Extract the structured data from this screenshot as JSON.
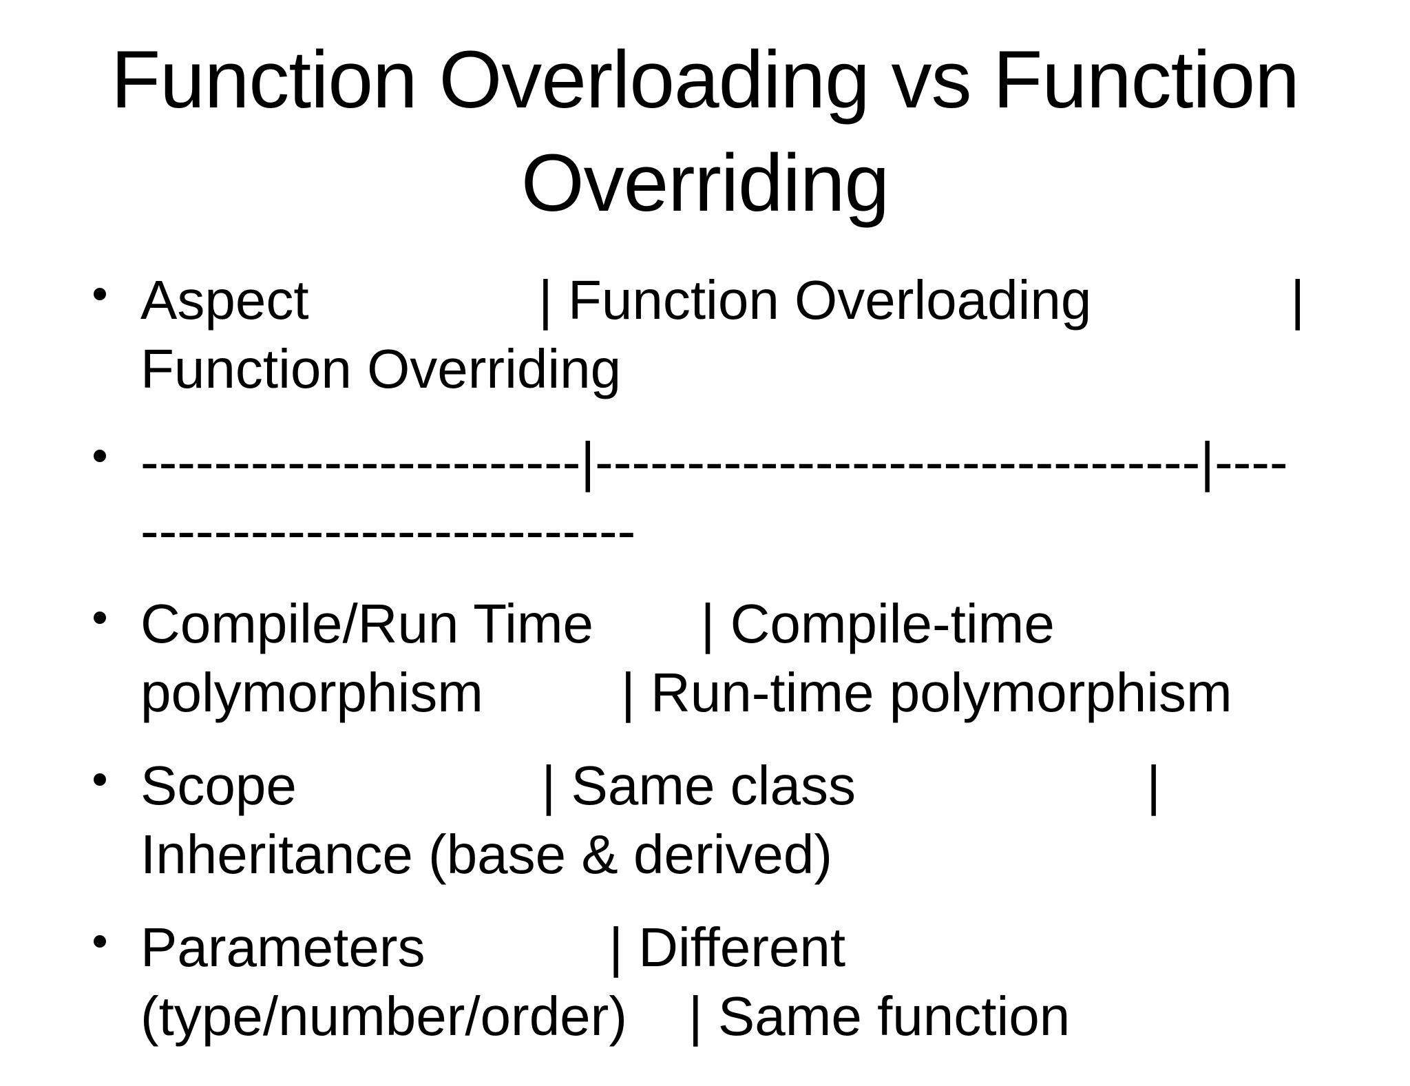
{
  "slide": {
    "title": "Function Overloading vs Function Overriding",
    "bullets": [
      {
        "lines": [
          "Aspect               | Function Overloading             |",
          "Function Overriding"
        ]
      },
      {
        "lines": [
          "------------------------|---------------------------------|----",
          "---------------------------"
        ]
      },
      {
        "lines": [
          "Compile/Run Time       | Compile-time",
          "polymorphism         | Run-time polymorphism"
        ]
      },
      {
        "lines": [
          "Scope                | Same class                   |",
          "Inheritance (base & derived)"
        ]
      },
      {
        "lines": [
          "Parameters            | Different",
          "(type/number/order)    | Same function"
        ]
      }
    ],
    "colors": {
      "background": "#ffffff",
      "text": "#000000"
    }
  }
}
